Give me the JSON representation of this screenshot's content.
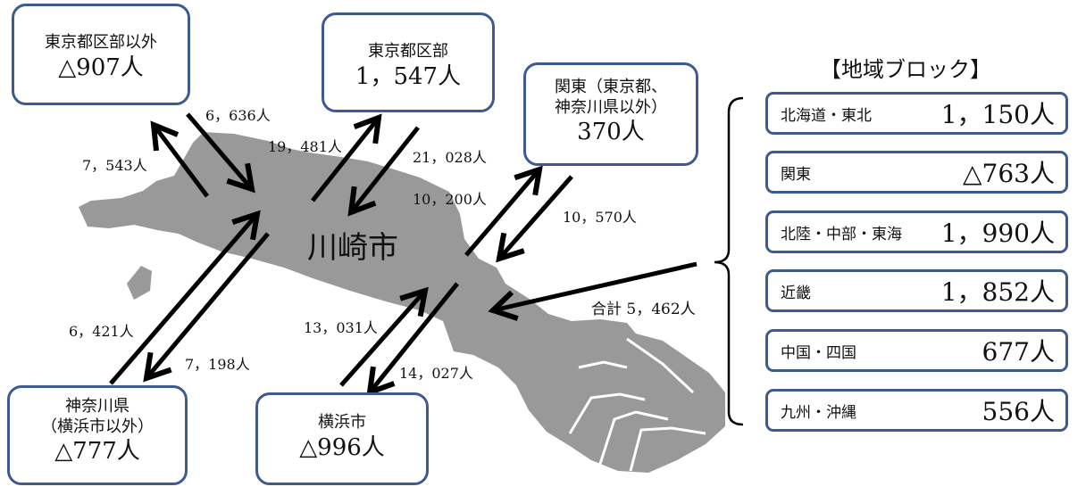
{
  "city_label": "川崎市",
  "regions": {
    "tokyo_other": {
      "name": "東京都区部以外",
      "value": "△907人"
    },
    "tokyo_wards": {
      "name": "東京都区部",
      "value": "1，547人"
    },
    "kanto_other": {
      "name_line1": "関東（東京都、",
      "name_line2": "神奈川県以外）",
      "value": "370人"
    },
    "kanagawa_other": {
      "name_line1": "神奈川県",
      "name_line2": "（横浜市以外）",
      "value": "△777人"
    },
    "yokohama": {
      "name": "横浜市",
      "value": "△996人"
    }
  },
  "flows": {
    "tokyo_other_in": "6，636人",
    "tokyo_other_out": "7，543人",
    "tokyo_wards_out": "19，481人",
    "tokyo_wards_in": "21，028人",
    "kanto_out": "10，200人",
    "kanto_in": "10，570人",
    "kanagawa_in": "6，421人",
    "kanagawa_out": "7，198人",
    "yokohama_in": "13，031人",
    "yokohama_out": "14，027人"
  },
  "total": "合計 5，462人",
  "blocks": {
    "title": "【地域ブロック】",
    "items": [
      {
        "name": "北海道・東北",
        "value": "1，150人"
      },
      {
        "name": "関東",
        "value": "△763人"
      },
      {
        "name": "北陸・中部・東海",
        "value": "1，990人"
      },
      {
        "name": "近畿",
        "value": "1，852人"
      },
      {
        "name": "中国・四国",
        "value": "677人"
      },
      {
        "name": "九州・沖縄",
        "value": "556人"
      }
    ]
  },
  "colors": {
    "map_fill": "#999999",
    "box_border": "#3e5a8e",
    "arrow": "#000000"
  }
}
